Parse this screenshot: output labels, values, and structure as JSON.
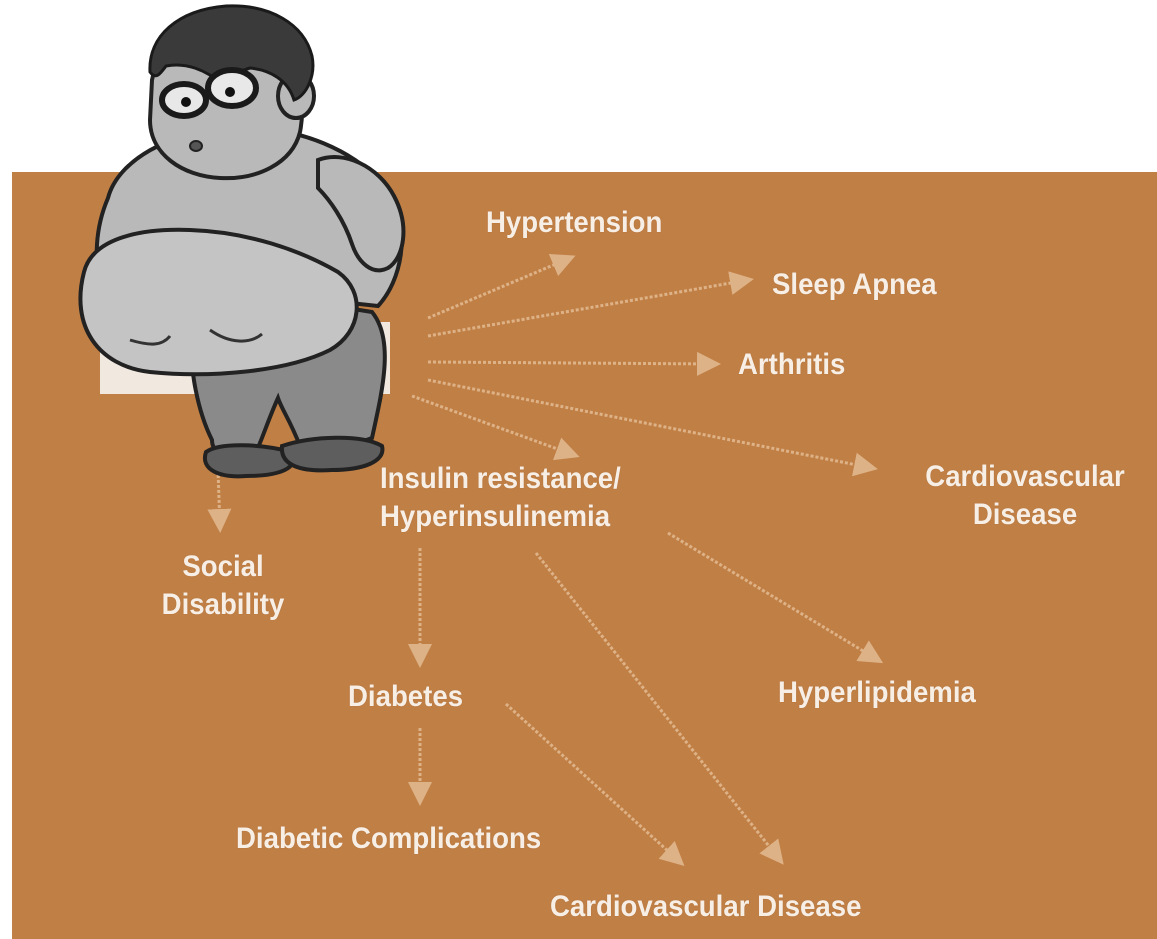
{
  "colors": {
    "panel": "#c07f45",
    "label": "#f7efe6",
    "arrow": "#e2b88f",
    "figure_skin": "#b9b9b9",
    "figure_pants": "#8a8a8a",
    "figure_hair": "#3a3a3a"
  },
  "figure": {
    "icon": "overweight-man-cartoon-icon"
  },
  "labels": {
    "hypertension": "Hypertension",
    "sleep_apnea": "Sleep Apnea",
    "arthritis": "Arthritis",
    "cardiovascular_disease_right_line1": "Cardiovascular",
    "cardiovascular_disease_right_line2": "Disease",
    "insulin_line1": "Insulin resistance/",
    "insulin_line2": "Hyperinsulinemia",
    "social_line1": "Social",
    "social_line2": "Disability",
    "diabetes": "Diabetes",
    "hyperlipidemia": "Hyperlipidemia",
    "diabetic_complications": "Diabetic Complications",
    "cardiovascular_disease_bottom": "Cardiovascular Disease"
  }
}
